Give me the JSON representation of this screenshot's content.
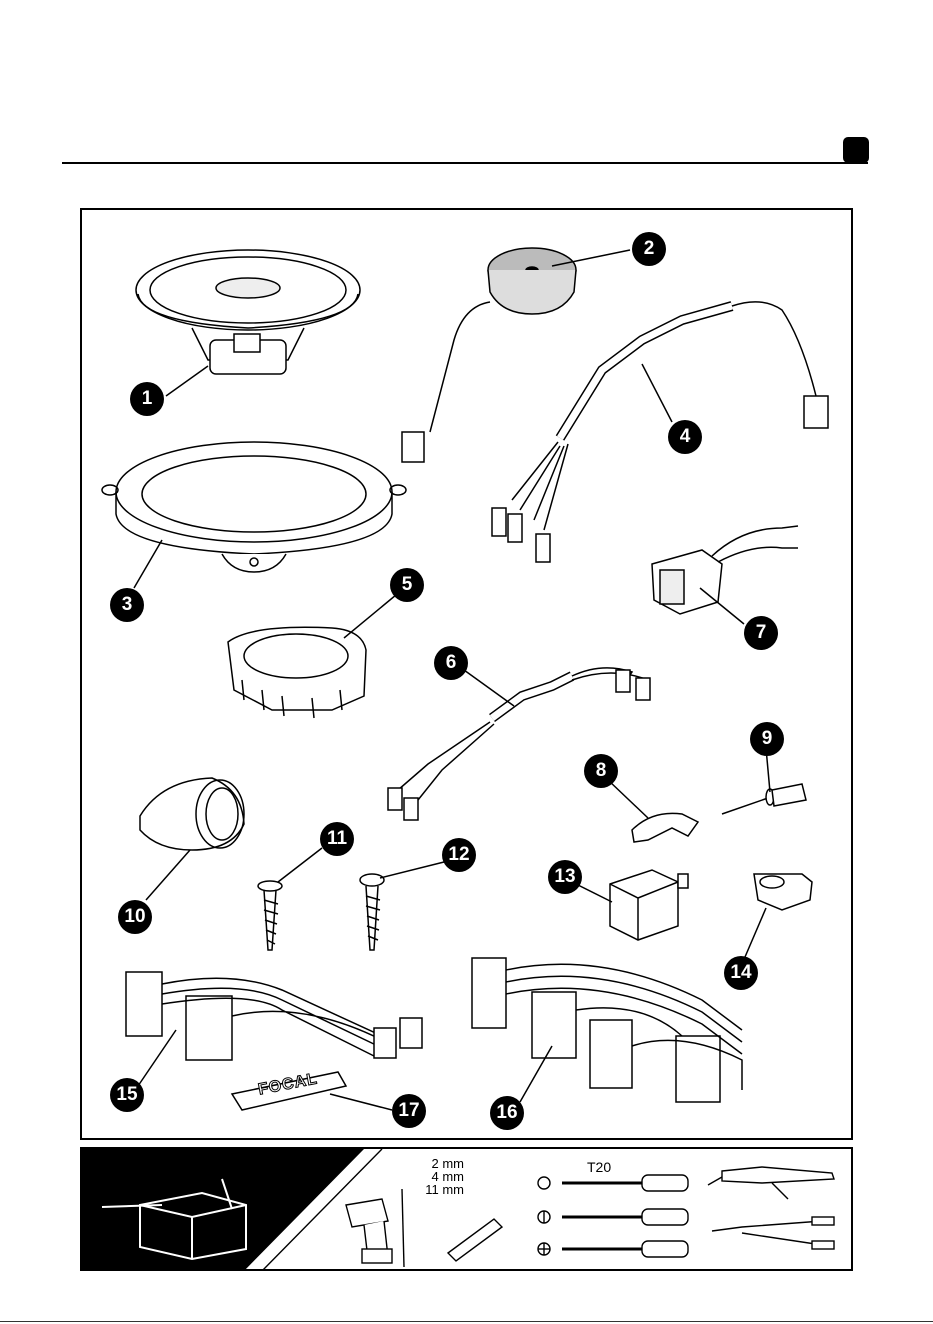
{
  "parts": [
    {
      "number": "1",
      "name": "woofer"
    },
    {
      "number": "2",
      "name": "tweeter"
    },
    {
      "number": "3",
      "name": "woofer-adapter-ring"
    },
    {
      "number": "4",
      "name": "tweeter-cable-harness"
    },
    {
      "number": "5",
      "name": "tweeter-mount-bracket"
    },
    {
      "number": "6",
      "name": "y-cable"
    },
    {
      "number": "7",
      "name": "connector-adapter"
    },
    {
      "number": "8",
      "name": "clip"
    },
    {
      "number": "9",
      "name": "rivet"
    },
    {
      "number": "10",
      "name": "tweeter-cup"
    },
    {
      "number": "11",
      "name": "countersunk-screw"
    },
    {
      "number": "12",
      "name": "torx-screw"
    },
    {
      "number": "13",
      "name": "relay"
    },
    {
      "number": "14",
      "name": "cable-clip"
    },
    {
      "number": "15",
      "name": "iso-harness-small"
    },
    {
      "number": "16",
      "name": "iso-harness-large"
    },
    {
      "number": "17",
      "name": "focal-badge"
    }
  ],
  "badge_text": "FOCAL",
  "tools": {
    "drill_sizes": [
      "2 mm",
      "4 mm",
      "11 mm"
    ],
    "torx_label": "T20"
  },
  "colors": {
    "ink": "#000000",
    "paper": "#ffffff",
    "shade": "#e6e6e6"
  }
}
